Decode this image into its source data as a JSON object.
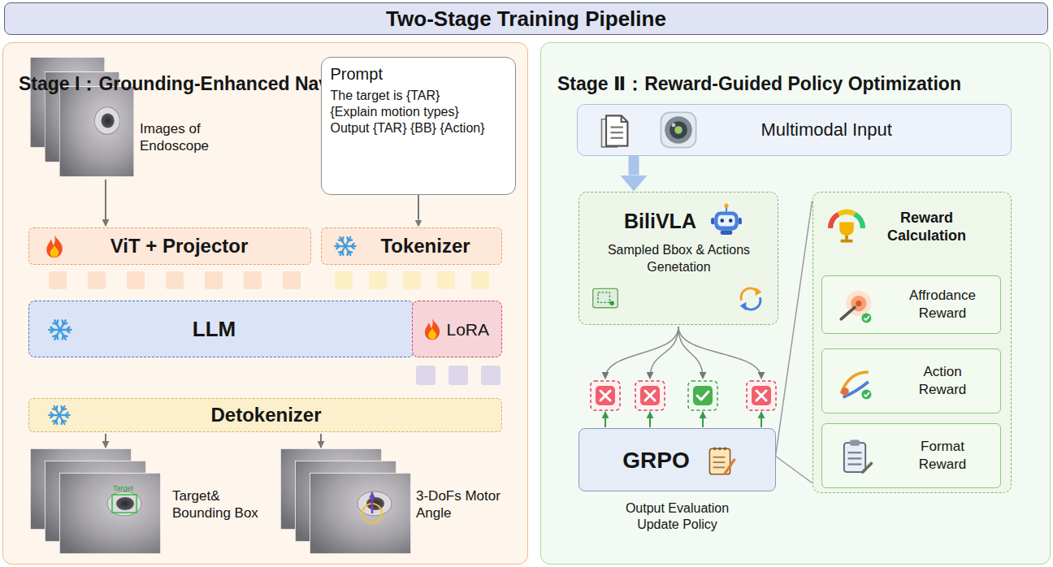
{
  "diagram": {
    "title": "Two-Stage Training Pipeline",
    "nodes": [
      {
        "text": [
          "Stage I：Grounding-Enhanced Navigation SFT"
        ]
      },
      {
        "text": [
          "Prompt",
          "The target is {TAR}",
          "{Explain motion types}",
          "Output {TAR} {BB} {Action}"
        ],
        "in": 0
      },
      {
        "text": [
          "ViT + Projector"
        ],
        "in": 0
      },
      {
        "text": [
          "Tokenizer"
        ],
        "in": 0
      },
      {
        "text": [
          "LLM"
        ],
        "in": 0
      },
      {
        "text": [
          "LoRA"
        ],
        "in": 0
      },
      {
        "text": [
          "Detokenizer"
        ],
        "in": 0
      },
      {
        "text": [
          "Stage Ⅱ：Reward-Guided Policy Optimization"
        ]
      },
      {
        "text": [
          "Multimodal Input"
        ],
        "in": 7
      },
      {
        "text": [
          "BiliVLA",
          "Sampled Bbox & Actions Genetation"
        ],
        "in": 7
      },
      {
        "text": [
          "Reward Calculation"
        ],
        "in": 7
      },
      {
        "text": [
          "Affrodance Reward"
        ],
        "in": 10
      },
      {
        "text": [
          "Action Reward"
        ],
        "in": 10
      },
      {
        "text": [
          "Format Reward"
        ],
        "in": 10
      },
      {
        "text": [
          "GRPO",
          "Output Evaluation Update Policy"
        ],
        "in": 7
      }
    ],
    "edges": [
      {
        "from": 1,
        "to": 3,
        "arrow": "to"
      },
      {
        "from": 8,
        "to": 9,
        "arrow": "to"
      },
      {
        "from": 14,
        "to": 10,
        "arrow": "none"
      }
    ],
    "labels": [
      "Images of Endoscope",
      "Target",
      "Target& Bounding Box",
      "3-DoFs Motor Angle"
    ]
  }
}
